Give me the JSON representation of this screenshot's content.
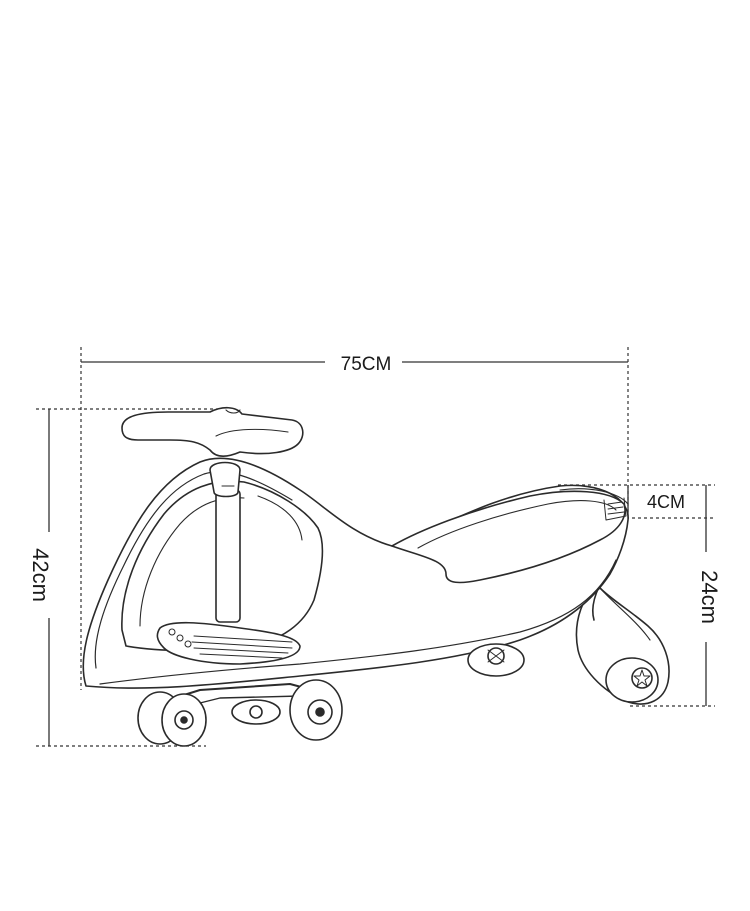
{
  "dimensions": {
    "length": "75CM",
    "height": "42cm",
    "seat_depth": "4CM",
    "body_height": "24cm"
  },
  "colors": {
    "line": "#2b2b2b",
    "dim_line": "#333333",
    "background": "#ffffff"
  }
}
